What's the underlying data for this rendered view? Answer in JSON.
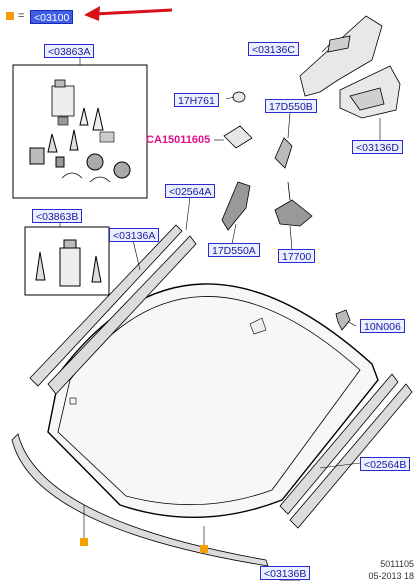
{
  "legend": {
    "eq": "=",
    "code": "<03100"
  },
  "labels": {
    "l03863A": "<03863A",
    "l03863B": "<03863B",
    "l03136A": "<03136A",
    "l02564A": "<02564A",
    "l17H761": "17H761",
    "l03136C": "<03136C",
    "l17D550B": "17D550B",
    "l03136D": "<03136D",
    "l17D550A": "17D550A",
    "l17700": "17700",
    "l10N006": "10N006",
    "l02564B": "<02564B",
    "l03136B": "<03136B"
  },
  "part_number": "CA15011605",
  "footer": {
    "code": "5011105",
    "date": "05-2013 18"
  },
  "colors": {
    "label_bg": "#eaf0ff",
    "label_border": "#2a2ad0",
    "label_text": "#1a1a9c",
    "highlight": "#3f5ee8",
    "marker": "#f5a000",
    "arrow": "#d8101a",
    "part_number": "#e0108a"
  }
}
